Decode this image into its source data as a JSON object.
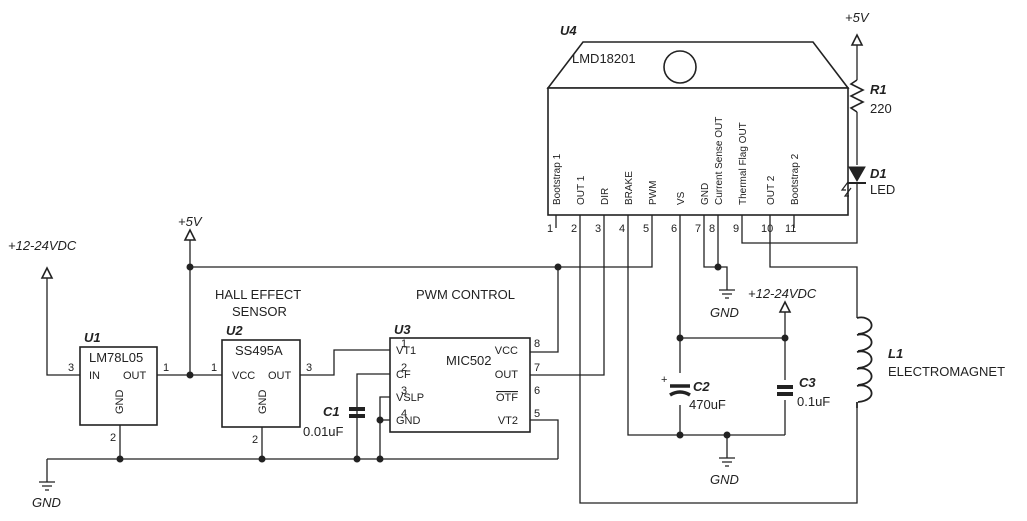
{
  "power": {
    "v5_left": "+5V",
    "v5_right": "+5V",
    "vin_left": "+12-24VDC",
    "vin_right": "+12-24VDC",
    "gnd_left": "GND",
    "gnd_mid": "GND",
    "gnd_bottom": "GND"
  },
  "u1": {
    "ref": "U1",
    "part": "LM78L05",
    "in_label": "IN",
    "out_label": "OUT",
    "gnd_label": "GND",
    "pin_in": "3",
    "pin_out": "1",
    "pin_gnd": "2"
  },
  "u2": {
    "ref": "U2",
    "part": "SS495A",
    "title_line1": "HALL EFFECT",
    "title_line2": "SENSOR",
    "vcc_label": "VCC",
    "out_label": "OUT",
    "gnd_label": "GND",
    "pin_vcc": "1",
    "pin_out": "3",
    "pin_gnd": "2"
  },
  "u3": {
    "ref": "U3",
    "part": "MIC502",
    "title": "PWM CONTROL",
    "left_pins": [
      {
        "label": "VT1",
        "num": "1"
      },
      {
        "label": "CF",
        "num": "2"
      },
      {
        "label": "VSLP",
        "num": "3"
      },
      {
        "label": "GND",
        "num": "4"
      }
    ],
    "right_pins": [
      {
        "label": "VCC",
        "num": "8"
      },
      {
        "label": "OUT",
        "num": "7"
      },
      {
        "label": "OTF",
        "num": "6"
      },
      {
        "label": "VT2",
        "num": "5"
      }
    ]
  },
  "u4": {
    "ref": "U4",
    "part": "LMD18201",
    "pins": [
      {
        "label": "Bootstrap 1",
        "num": "1"
      },
      {
        "label": "OUT 1",
        "num": "2"
      },
      {
        "label": "DIR",
        "num": "3"
      },
      {
        "label": "BRAKE",
        "num": "4"
      },
      {
        "label": "PWM",
        "num": "5"
      },
      {
        "label": "VS",
        "num": "6"
      },
      {
        "label": "GND",
        "num": "7"
      },
      {
        "label": "Current Sense OUT",
        "num": "8"
      },
      {
        "label": "Thermal Flag OUT",
        "num": "9"
      },
      {
        "label": "OUT 2",
        "num": "10"
      },
      {
        "label": "Bootstrap 2",
        "num": "11"
      }
    ]
  },
  "c1": {
    "ref": "C1",
    "value": "0.01uF"
  },
  "c2": {
    "ref": "C2",
    "value": "470uF"
  },
  "c3": {
    "ref": "C3",
    "value": "0.1uF"
  },
  "r1": {
    "ref": "R1",
    "value": "220"
  },
  "d1": {
    "ref": "D1",
    "value": "LED"
  },
  "l1": {
    "ref": "L1",
    "value": "ELECTROMAGNET"
  }
}
